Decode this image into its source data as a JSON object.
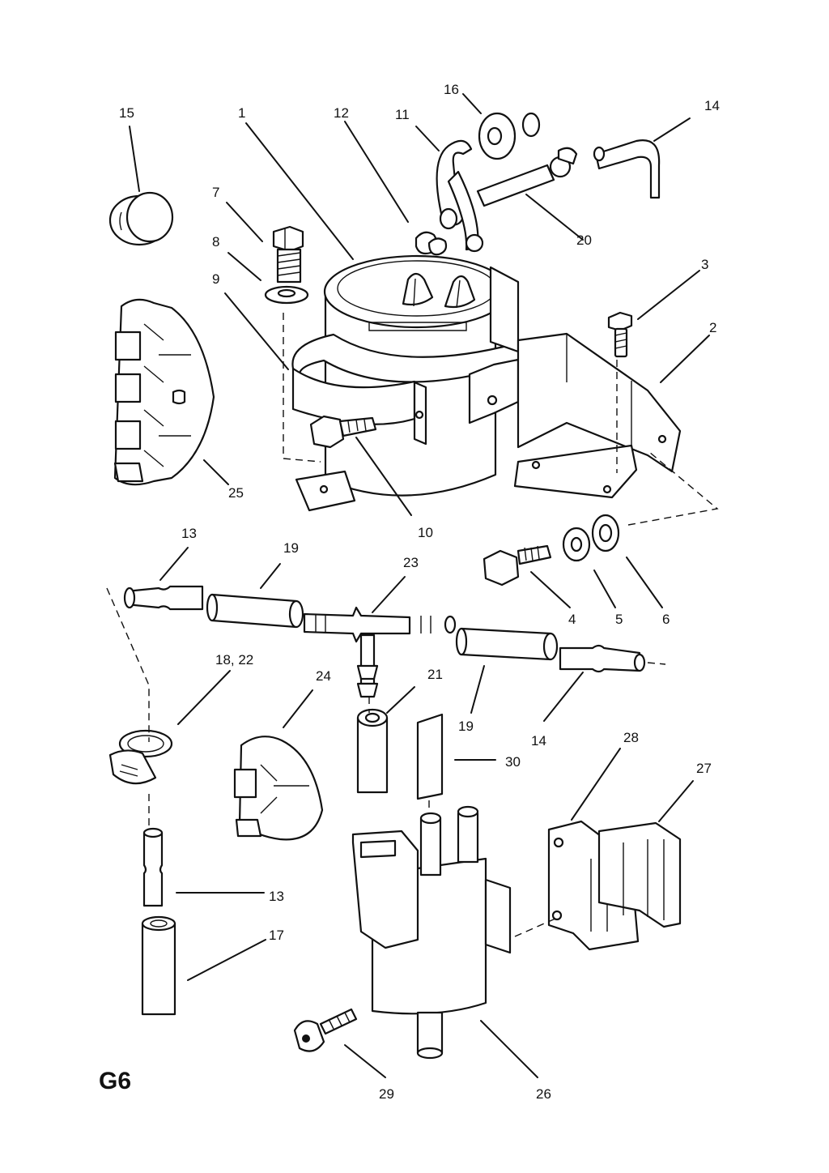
{
  "page_code": "G6",
  "callouts": [
    {
      "id": "c1",
      "label": "1"
    },
    {
      "id": "c2",
      "label": "2"
    },
    {
      "id": "c3",
      "label": "3"
    },
    {
      "id": "c4",
      "label": "4"
    },
    {
      "id": "c5",
      "label": "5"
    },
    {
      "id": "c6",
      "label": "6"
    },
    {
      "id": "c7",
      "label": "7"
    },
    {
      "id": "c8",
      "label": "8"
    },
    {
      "id": "c9",
      "label": "9"
    },
    {
      "id": "c10",
      "label": "10"
    },
    {
      "id": "c11",
      "label": "11"
    },
    {
      "id": "c12",
      "label": "12"
    },
    {
      "id": "c13a",
      "label": "13"
    },
    {
      "id": "c13b",
      "label": "13"
    },
    {
      "id": "c14a",
      "label": "14"
    },
    {
      "id": "c14b",
      "label": "14"
    },
    {
      "id": "c15",
      "label": "15"
    },
    {
      "id": "c16",
      "label": "16"
    },
    {
      "id": "c17",
      "label": "17"
    },
    {
      "id": "c1822",
      "label": "18, 22"
    },
    {
      "id": "c19a",
      "label": "19"
    },
    {
      "id": "c19b",
      "label": "19"
    },
    {
      "id": "c20",
      "label": "20"
    },
    {
      "id": "c21",
      "label": "21"
    },
    {
      "id": "c23",
      "label": "23"
    },
    {
      "id": "c24",
      "label": "24"
    },
    {
      "id": "c25",
      "label": "25"
    },
    {
      "id": "c26",
      "label": "26"
    },
    {
      "id": "c27",
      "label": "27"
    },
    {
      "id": "c28",
      "label": "28"
    },
    {
      "id": "c29",
      "label": "29"
    },
    {
      "id": "c30",
      "label": "30"
    }
  ]
}
